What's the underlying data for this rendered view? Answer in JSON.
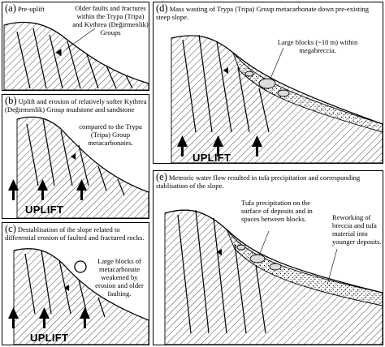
{
  "panels": {
    "a": {
      "tag": "(a)",
      "caption": "Pre-uplift",
      "note": "Older faults and fractures within the Trypa (Tripa) and Kythrea (Değirmenlik) Groups"
    },
    "b": {
      "tag": "(b)",
      "caption": "Uplift and erosion of relatively softer Kythrea (Değirmenlik) Group mudstone and sandstone",
      "note": "compared to the Trypa (Tripa) Group metacarbonates.",
      "uplift": "UPLIFT"
    },
    "c": {
      "tag": "(c)",
      "caption": "Destablisation of the slope related to differential erosion of faulted and fractured rocks.",
      "note": "Large blocks of metacarbonate weakened by erosion and older faulting.",
      "uplift": "UPLIFT"
    },
    "d": {
      "tag": "(d)",
      "caption": "Mass wasting of Trypa (Tripa) Group metacarbonate down pre-existing steep slope.",
      "note": "Large blocks (~10 m) within megabreccia.",
      "uplift": "UPLIFT"
    },
    "e": {
      "tag": "(e)",
      "caption": "Meteoric water flow resulted in tufa precipitation and corresponding stablisation of the slope.",
      "note1": "Tufa precipitation on the surface of deposits and in spaces between blocks.",
      "note2": "Reworking of breccia and tufa material into younger deposits."
    }
  }
}
